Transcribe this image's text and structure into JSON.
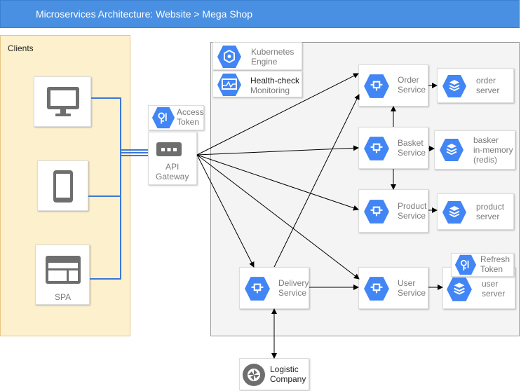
{
  "title": "Microservices Architecture: Website > Mega Shop",
  "clients": {
    "label": "Clients",
    "spa_label": "SPA"
  },
  "kubernetes": {
    "line1": "Kubernetes",
    "line2": "Engine"
  },
  "health": {
    "line1": "Health-check",
    "line2": "Monitoring"
  },
  "access_token": {
    "line1": "Access",
    "line2": "Token"
  },
  "api_gateway": {
    "line1": "API",
    "line2": "Gateway"
  },
  "order_service": {
    "line1": "Order",
    "line2": "Service"
  },
  "order_server": {
    "line1": "order",
    "line2": "server"
  },
  "basket_service": {
    "line1": "Basket",
    "line2": "Service"
  },
  "basket_store": {
    "line1": "basker",
    "line2": "in-memory",
    "line3": "(redis)"
  },
  "product_service": {
    "line1": "Product",
    "line2": "Service"
  },
  "product_server": {
    "line1": "product",
    "line2": "server"
  },
  "refresh_token": {
    "line1": "Refresh",
    "line2": "Token"
  },
  "user_service": {
    "line1": "User",
    "line2": "Service"
  },
  "user_server": {
    "line1": "user",
    "line2": "server"
  },
  "delivery_service": {
    "line1": "Delivery",
    "line2": "Service"
  },
  "logistic": {
    "line1": "Logistic",
    "line2": "Company"
  },
  "colors": {
    "header": "#4a90e2",
    "clients_bg": "#fdf0cd",
    "gcp_blue": "#4285f4",
    "client_line": "#3b78d8",
    "arrow": "#000000"
  }
}
